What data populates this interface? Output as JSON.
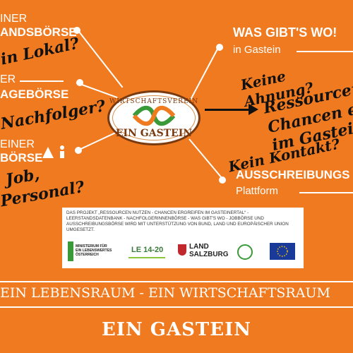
{
  "left": {
    "item1_line1": "INER",
    "item1_line2": "ANDSBÖRSE",
    "item1_hand": "in Lokal?",
    "item2_line1": "ER",
    "item2_line2": "AGEBÖRSE",
    "item2_hand": "Nachfolger?",
    "item3_line1": "EINER",
    "item3_line2": "BÖRSE",
    "item3_hand1": "Job,",
    "item3_hand2": "Personal?"
  },
  "right": {
    "title1": "WAS GIBT'S WO!",
    "sub1": "in Gastein",
    "hand1": "Keine Ahnung?",
    "hand2_line1": "Ressourcen",
    "hand2_line2": "Chancen erg",
    "hand2_line3": "im Gasteine",
    "hand3": "Kein Kontakt?",
    "title2": "AUSSCHREIBUNGS",
    "sub2": "Plattform"
  },
  "seal": {
    "arc_text": "WIRTSCHAFTSVEREIN",
    "name": "EIN GASTEIN"
  },
  "info": {
    "text": "DAS PROJEKT „RESSOURCEN NUTZEN - CHANCEN ERGREIFEN IM GASTEINERTAL“ - LEERSTANDSDATENBANK - NACHFOLGERINNENBÖRSE - WAS GIBT'S WO - JOBBÖRSE UND AUSSCHREIBUNGSBÖRSE WIRD MIT UNTERSTÜTZUNG VON BUND, LAND UND EUROPÄISCHER UNION UMGESETZT.",
    "logo_ministry": "MINISTERIUM FÜR EIN LEBENSWERTES ÖSTERREICH",
    "logo_le": "LE 14-20",
    "logo_land1": "LAND",
    "logo_land2": "SALZBURG"
  },
  "footer": {
    "slogan": "EIN LEBENSRAUM - EIN WIRTSCHAFTSRAUM",
    "brand": "EIN GASTEIN"
  },
  "colors": {
    "background": "#f07a1f",
    "knot_green": "#3a9a3a",
    "knot_orange": "#f07a1f",
    "eu_blue": "#1a3a9a"
  }
}
